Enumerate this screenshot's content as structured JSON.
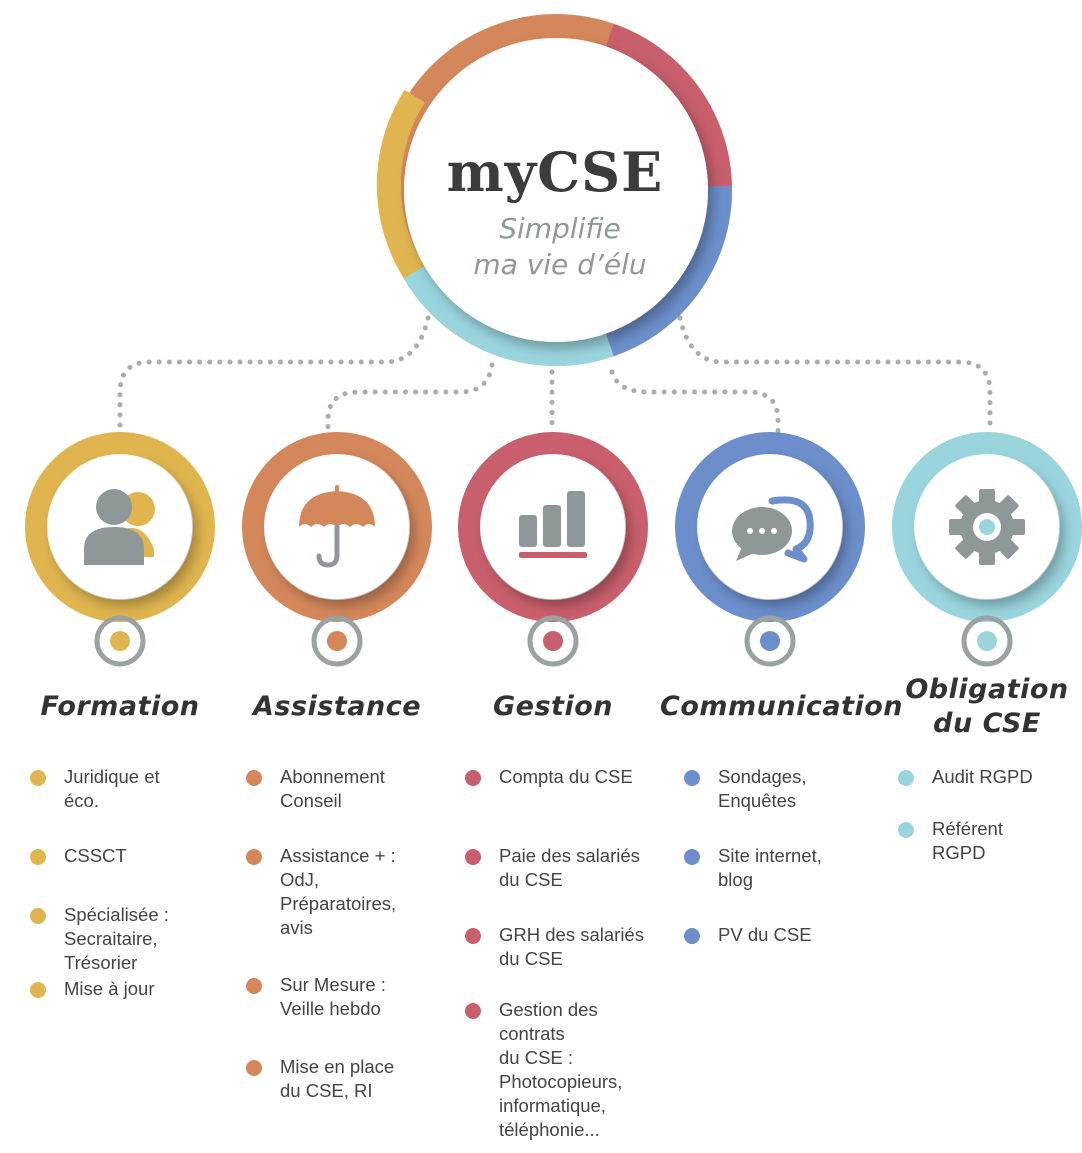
{
  "hub": {
    "title": "myCSE",
    "tagline_1": "Simplifie",
    "tagline_2": "ma vie d’élu"
  },
  "categories": [
    {
      "title": "Formation",
      "icon": "users-icon",
      "color": "#E0B54F",
      "items": [
        "Juridique et\néco.",
        "CSSCT",
        "Spécialisée :\nSecraitaire,\nTrésorier",
        "Mise à jour"
      ]
    },
    {
      "title": "Assistance",
      "icon": "umbrella-icon",
      "color": "#D4875A",
      "items": [
        "Abonnement\nConseil",
        "Assistance + :\nOdJ,\nPréparatoires,\navis",
        "Sur Mesure :\nVeille hebdo",
        "Mise en place\ndu CSE, RI"
      ]
    },
    {
      "title": "Gestion",
      "icon": "bar-chart-icon",
      "color": "#C95F6C",
      "items": [
        "Compta du CSE",
        "Paie des salariés\ndu CSE",
        "GRH des salariés\ndu CSE",
        "Gestion des\ncontrats\ndu CSE :\nPhotocopieurs,\ninformatique,\ntéléphonie..."
      ]
    },
    {
      "title": "Communication",
      "icon": "chat-bubbles-icon",
      "color": "#6C8FCC",
      "items": [
        "Sondages,\nEnquêtes",
        "Site internet,\nblog",
        "PV du CSE"
      ]
    },
    {
      "title": "Obligation\ndu CSE",
      "icon": "gear-icon",
      "color": "#9AD5DE",
      "items": [
        "Audit RGPD",
        "Référent\nRGPD"
      ]
    }
  ]
}
